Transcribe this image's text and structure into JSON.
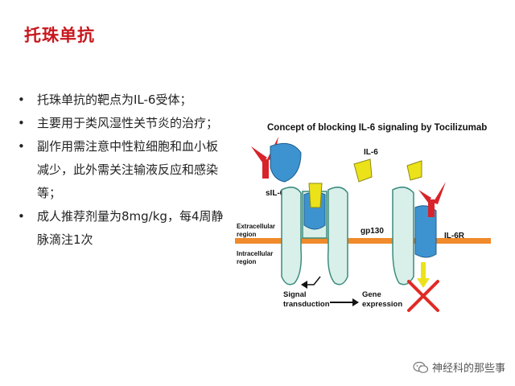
{
  "title": "托珠单抗",
  "bullets": [
    "托珠单抗的靶点为IL-6受体；",
    "主要用于类风湿性关节炎的治疗；",
    "副作用需注意中性粒细胞和血小板减少，此外需关注输液反应和感染等；",
    "成人推荐剂量为8mg/kg，每4周静脉滴注1次"
  ],
  "figure": {
    "title": "Concept of blocking IL-6 signaling by Tocilizumab",
    "labels": {
      "il6": "IL-6",
      "sil6r": "sIL-6R",
      "extracellular": [
        "Extracellular",
        "region"
      ],
      "intracellular": [
        "Intracellular",
        "region"
      ],
      "gp130": "gp130",
      "il6r": "IL-6R",
      "signal": [
        "Signal",
        "transduction"
      ],
      "gene": [
        "Gene",
        "expression"
      ]
    },
    "colors": {
      "membrane": "#f08a2a",
      "gp130_fill": "#d9efe9",
      "receptor_blue": "#3d93cf",
      "il6_yellow": "#ece21a",
      "antibody_red": "#d8232a",
      "block_x": "#e12a24"
    }
  },
  "watermark": {
    "text": "神经科的那些事",
    "icon": "wechat-icon"
  }
}
